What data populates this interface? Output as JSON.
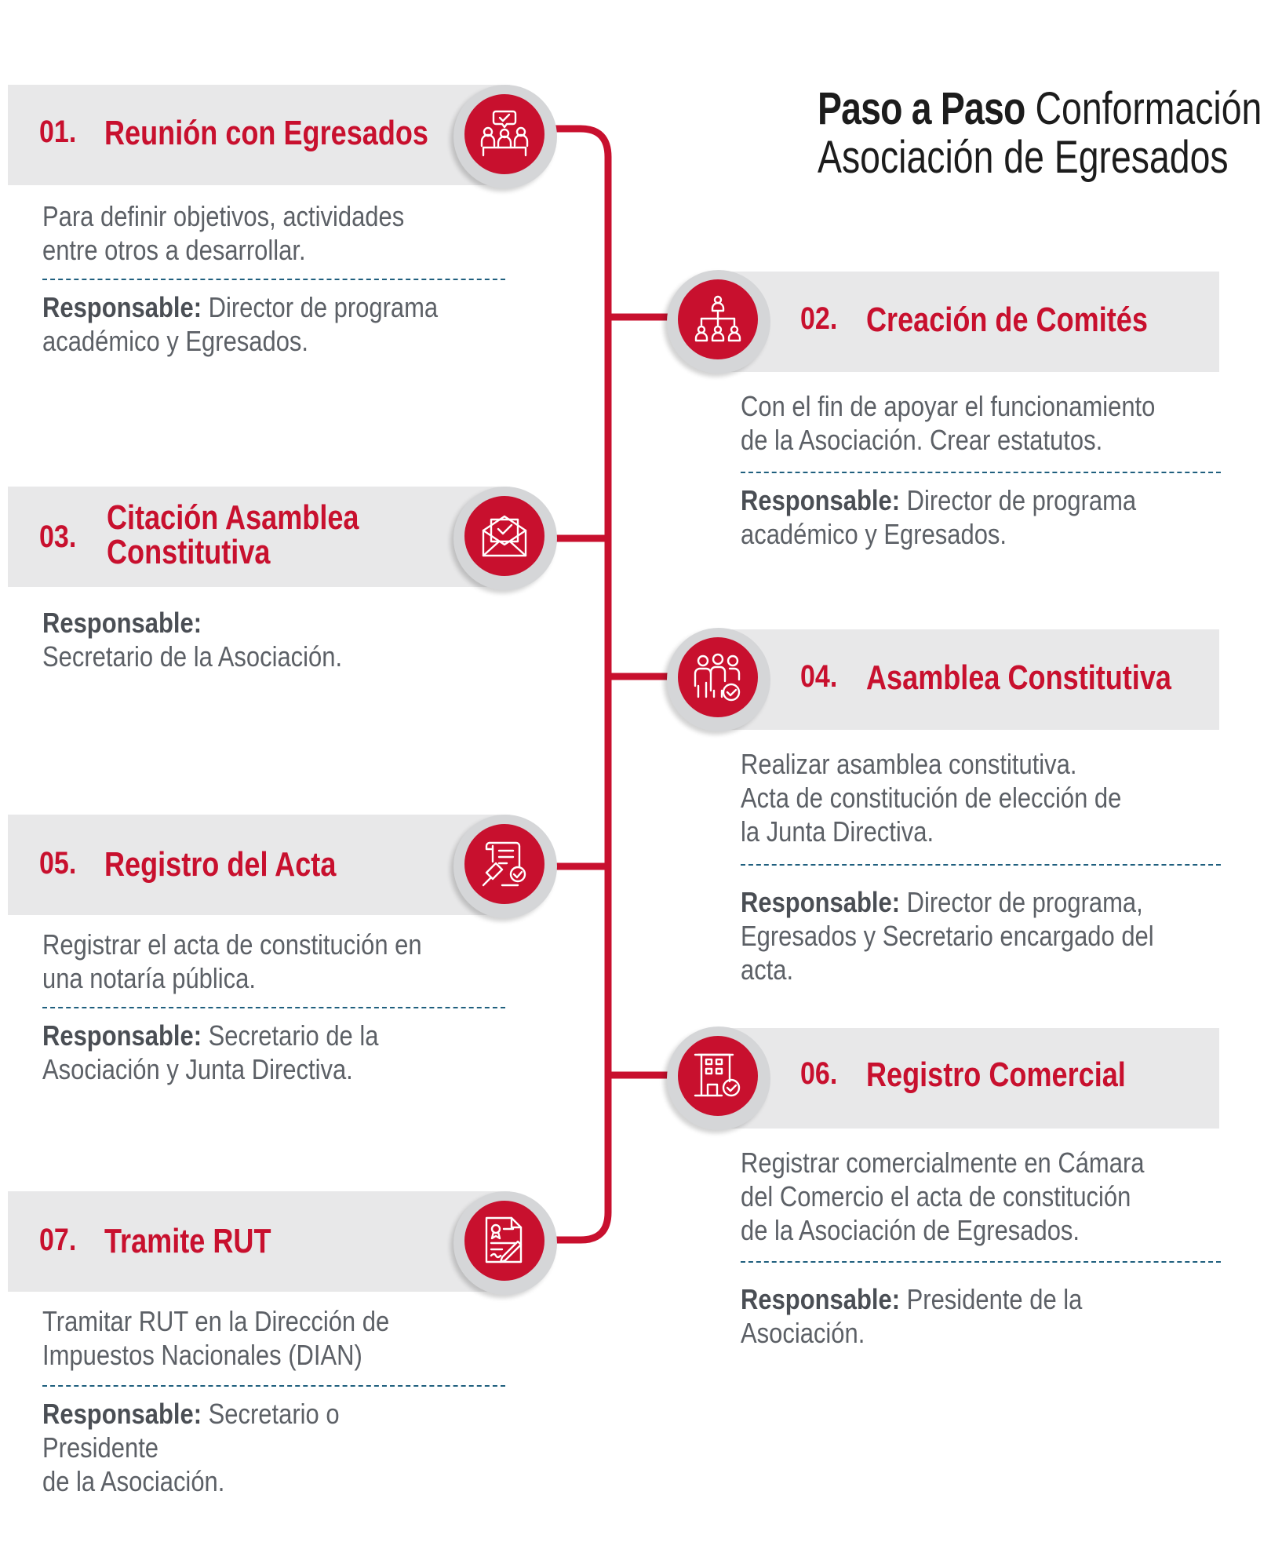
{
  "colors": {
    "accent": "#c8102e",
    "bar": "#e8e8e9",
    "text": "#5c6066",
    "dash": "#1f5f7e"
  },
  "header": {
    "title_bold": "Paso a Paso",
    "title_rest": "Conformación",
    "title_line2": "Asociación de Egresados"
  },
  "steps": [
    {
      "number": "01.",
      "title": "Reunión con Egresados",
      "icon": "meeting-icon",
      "description": "Para definir objetivos, actividades\nentre otros  a desarrollar.",
      "responsible_label": "Responsable:",
      "responsible": "Director de programa\nacadémico y Egresados."
    },
    {
      "number": "02.",
      "title": "Creación de Comités",
      "icon": "org-chart-icon",
      "description": "Con el fin de apoyar el funcionamiento\nde la Asociación. Crear estatutos.",
      "responsible_label": "Responsable:",
      "responsible": "Director de programa\nacadémico y Egresados."
    },
    {
      "number": "03.",
      "title": "Citación Asamblea\nConstitutiva",
      "icon": "envelope-check-icon",
      "description": "",
      "responsible_label": "Responsable:",
      "responsible": "Secretario de la Asociación."
    },
    {
      "number": "04.",
      "title": "Asamblea Constitutiva",
      "icon": "group-check-icon",
      "description": "Realizar asamblea constitutiva.\nActa de constitución de elección de\nla Junta Directiva.",
      "responsible_label": "Responsable:",
      "responsible": "Director de programa,\nEgresados y Secretario encargado del acta."
    },
    {
      "number": "05.",
      "title": "Registro del Acta",
      "icon": "document-gavel-icon",
      "description": "Registrar el acta de constitución en\nuna notaría pública.",
      "responsible_label": "Responsable:",
      "responsible": "Secretario de la\nAsociación y Junta Directiva."
    },
    {
      "number": "06.",
      "title": "Registro Comercial",
      "icon": "building-check-icon",
      "description": "Registrar comercialmente en Cámara\ndel Comercio el acta de constitución\nde la Asociación de Egresados.",
      "responsible_label": "Responsable:",
      "responsible": "Presidente de la Asociación."
    },
    {
      "number": "07.",
      "title": "Tramite RUT",
      "icon": "certificate-pen-icon",
      "description": "Tramitar RUT en la Dirección de\nImpuestos Nacionales (DIAN)",
      "responsible_label": "Responsable:",
      "responsible": "Secretario o Presidente\nde la Asociación."
    }
  ]
}
